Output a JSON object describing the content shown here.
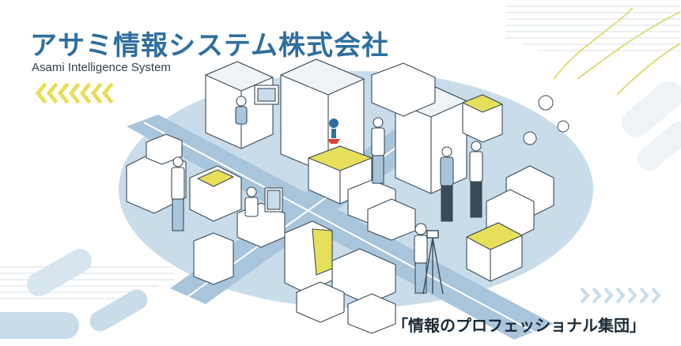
{
  "banner": {
    "company_name": "アサミ情報システム株式会社",
    "company_name_en": "Asami Intelligence System",
    "tagline": "「情報のプロフェッショナル集団」"
  },
  "colors": {
    "brand_blue": "#2f6f9e",
    "light_blue": "#c9dcea",
    "road_blue": "#a9c5dc",
    "accent_yellow": "#e6df5a",
    "line_dark": "#3b4a57",
    "text_dark": "#1b2a36"
  },
  "icons": {
    "chevrons_left": "chevron-left-icon",
    "chevrons_right": "chevron-right-icon",
    "logo": "company-logo-icon"
  }
}
